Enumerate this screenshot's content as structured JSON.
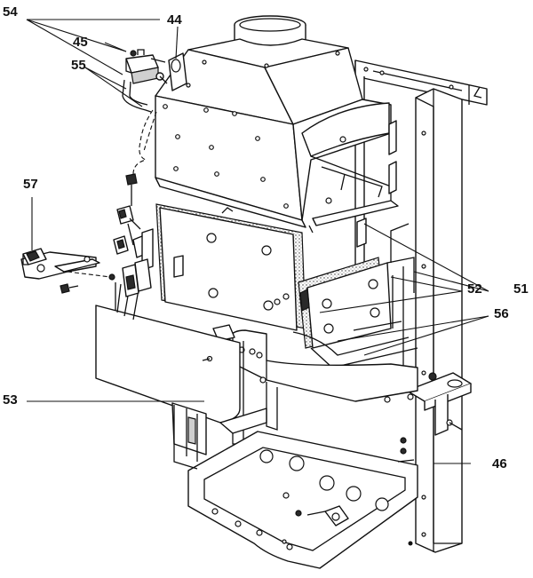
{
  "callouts": {
    "c54": "54",
    "c44": "44",
    "c45": "45",
    "c55": "55",
    "c57": "57",
    "c52": "52",
    "c51": "51",
    "c56": "56",
    "c53": "53",
    "c46": "46"
  }
}
